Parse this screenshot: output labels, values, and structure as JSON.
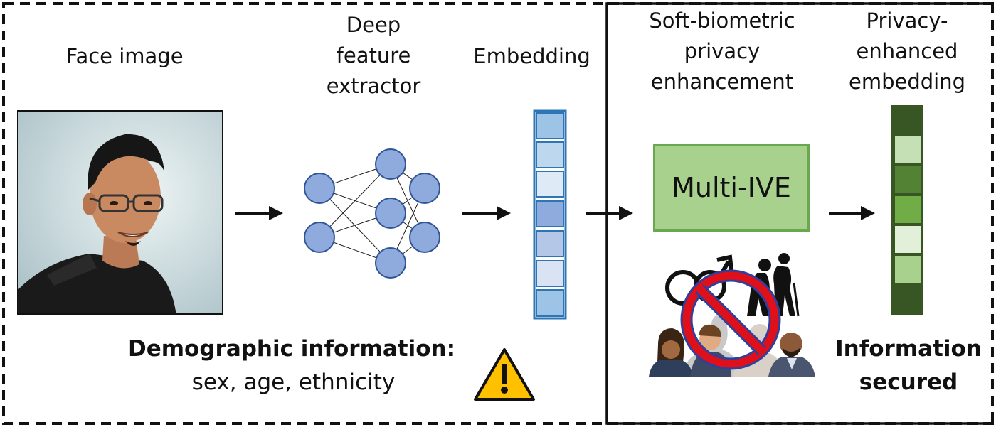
{
  "labels": {
    "face_image": "Face image",
    "extractor": [
      "Deep",
      "feature",
      "extractor"
    ],
    "embedding": "Embedding",
    "enhancement": [
      "Soft-biometric",
      "privacy",
      "enhancement"
    ],
    "privacy_embedding": [
      "Privacy-",
      "enhanced",
      "embedding"
    ],
    "multi_ive": "Multi-IVE",
    "demographic_title": "Demographic information:",
    "demographic_list": "sex, age, ethnicity",
    "secured": [
      "Information",
      "secured"
    ]
  },
  "colors": {
    "neuron_fill": "#8faadc",
    "neuron_stroke": "#2f5597",
    "embedding_cells": [
      "#9dc3e6",
      "#bdd7ee",
      "#deebf7",
      "#8faadc",
      "#b4c7e7",
      "#dae3f3",
      "#9dc3e6"
    ],
    "privacy_cells": [
      "#375623",
      "#c5e0b4",
      "#548235",
      "#70ad47",
      "#e2f0d9",
      "#a9d18e",
      "#375623"
    ],
    "warning_fill": "#ffc000",
    "ban_red": "#e0101a",
    "ban_blue": "#2f3f9e"
  },
  "icons": [
    "arrow-right-icon",
    "warning-icon",
    "gender-symbols-icon",
    "elderly-couple-icon",
    "people-group-icon",
    "prohibition-icon"
  ]
}
